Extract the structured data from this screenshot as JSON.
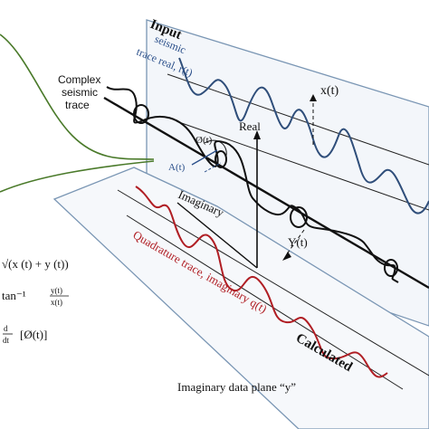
{
  "planes": {
    "input_title": "Input",
    "input_sub_1": "seismic",
    "input_sub_2": "trace real, r(t)",
    "calculated_title": "Calculated",
    "quadrature_label": "Quadrature trace, imaginary q(t)",
    "bottom_caption": "Imaginary data plane “y”"
  },
  "complex_trace": {
    "line1": "Complex",
    "line2": "seismic",
    "line3": "trace"
  },
  "axes": {
    "real": "Real",
    "imaginary": "Imaginary",
    "x_t": "x(t)",
    "y_t": "Y(t)",
    "phase": "Ø(t)",
    "amplitude": "A(t)"
  },
  "formulas": {
    "f1": "√(x (t) + y (t))",
    "f2_prefix": "tan⁻¹",
    "f2_num": "y(t)",
    "f2_den": "x(t)",
    "f3_d": "d",
    "f3_dt": "dt",
    "f3_body": "[Ø(t)]"
  },
  "colors": {
    "real_trace": "#2f4e7a",
    "quadrature_trace": "#b01e24",
    "attribute_curves": "#4a7a2a",
    "plane_edge": "#7a96b4",
    "ink": "#111111",
    "accent_blue": "#2a4f8a"
  }
}
